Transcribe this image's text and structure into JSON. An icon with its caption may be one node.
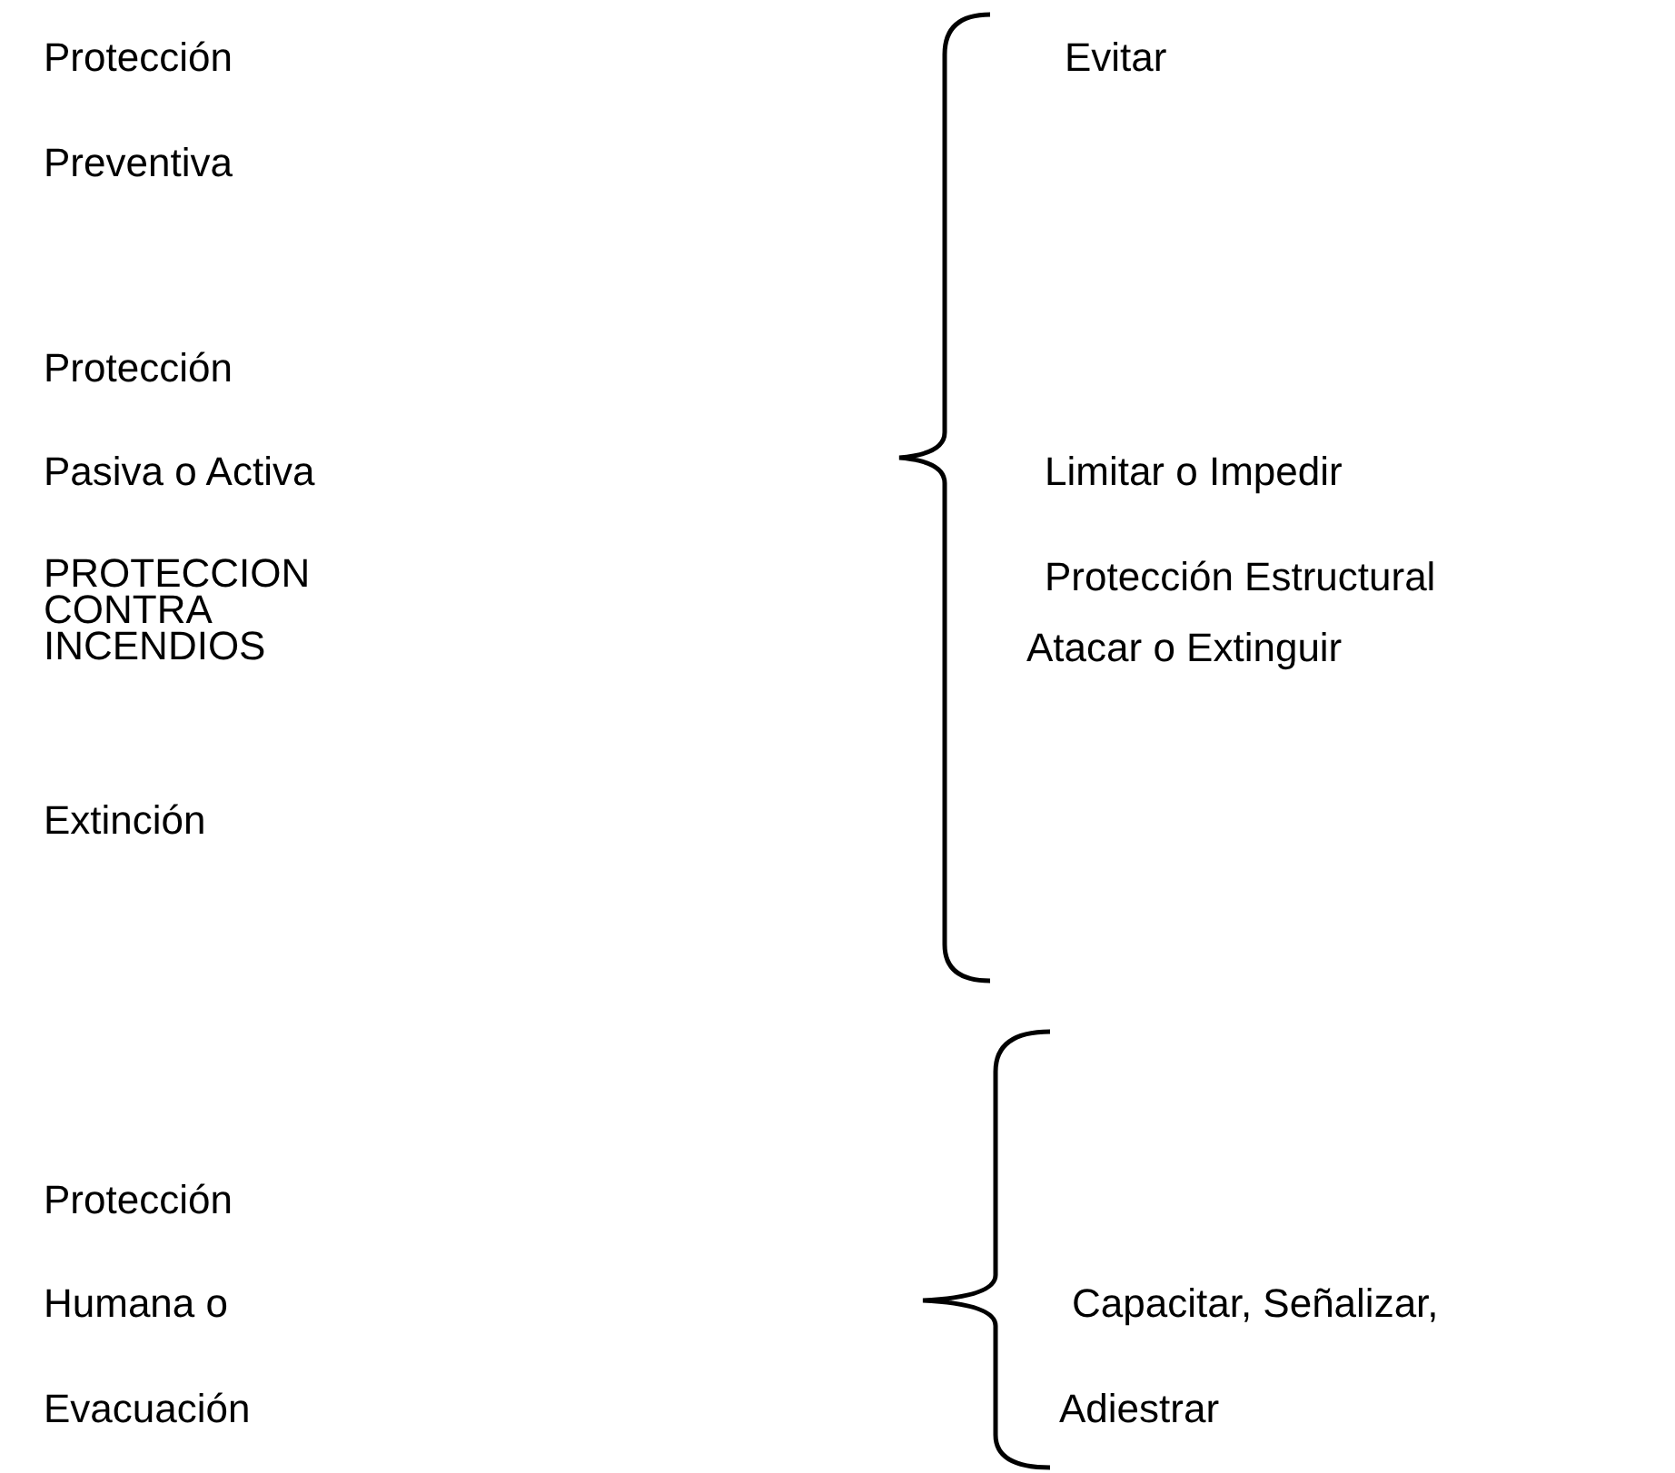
{
  "diagram": {
    "labels": [
      "Protección",
      "Evitar",
      "Preventiva",
      "Protección",
      "Pasiva o Activa",
      "Limitar o Impedir",
      "PROTECCION CONTRA INCENDIOS",
      "Protección Estructural",
      "Atacar o Extinguir",
      "Extinción",
      "Protección",
      "Humana o",
      "Capacitar, Señalizar,",
      "Evacuación",
      "Adiestrar"
    ]
  }
}
